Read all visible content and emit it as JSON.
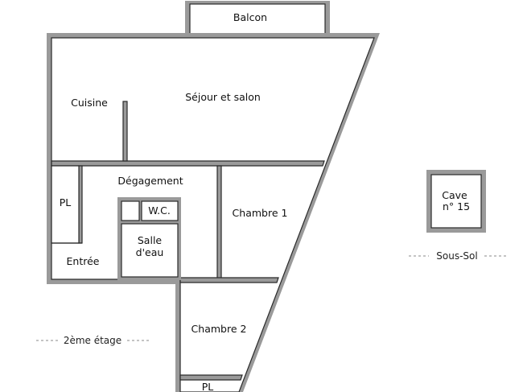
{
  "rooms": {
    "balcon": "Balcon",
    "cuisine": "Cuisine",
    "sejour": "Séjour et salon",
    "degagement": "Dégagement",
    "pl_left": "PL",
    "wc": "W.C.",
    "salle_line1": "Salle",
    "salle_line2": "d'eau",
    "entree": "Entrée",
    "chambre1": "Chambre 1",
    "chambre2": "Chambre 2",
    "pl_bottom": "PL",
    "cave_line1": "Cave",
    "cave_line2": "n° 15"
  },
  "captions": {
    "floor": "2ème étage",
    "basement": "Sous-Sol"
  }
}
